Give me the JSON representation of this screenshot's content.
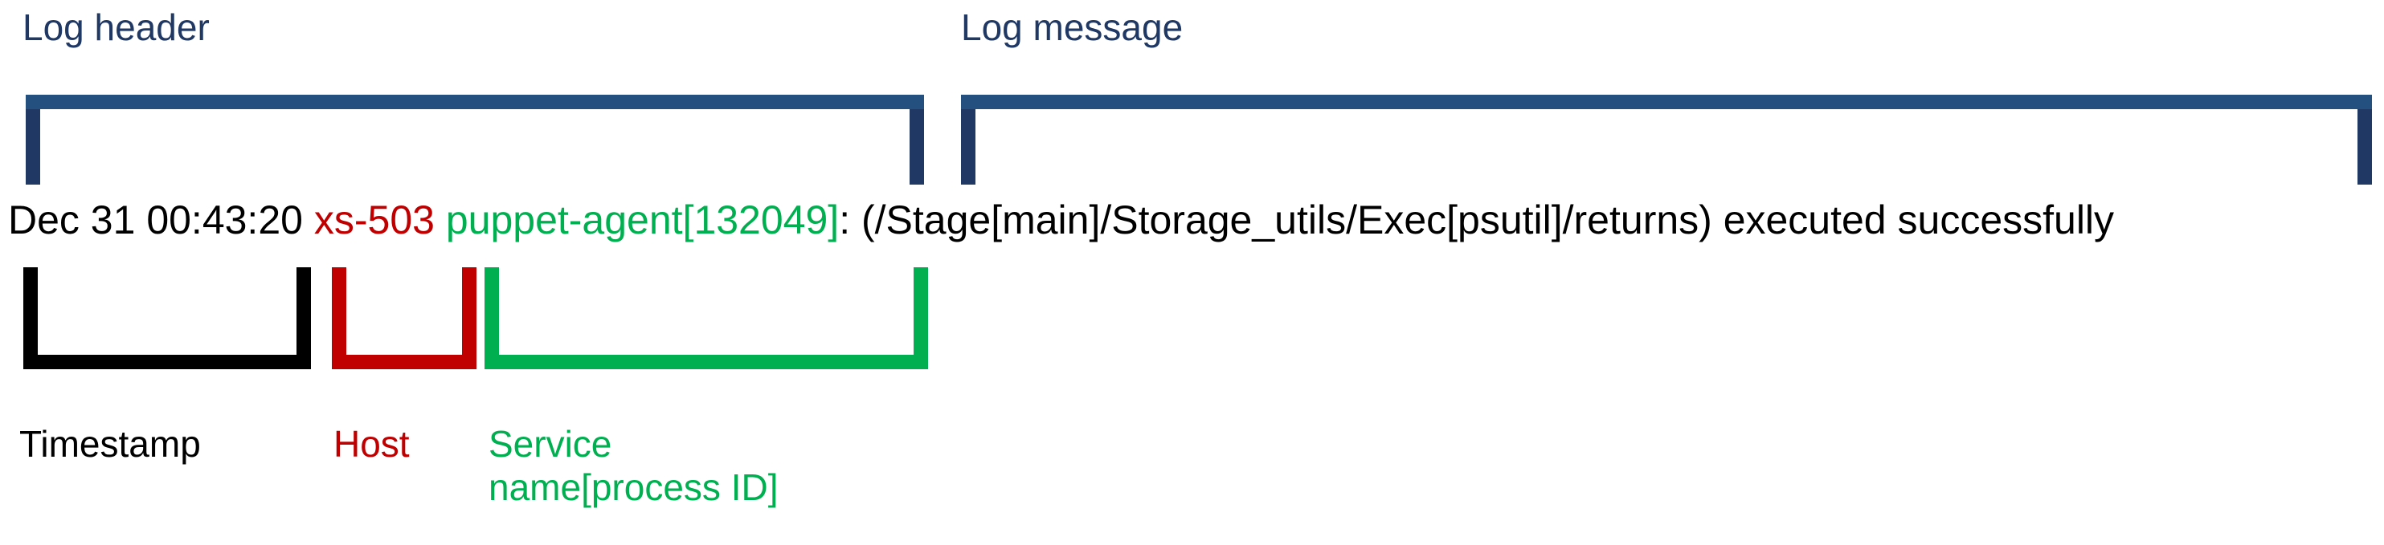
{
  "diagram": {
    "title_not_shown": "",
    "top_labels": [
      {
        "id": "log-header",
        "text": "Log header",
        "color": "#1F3864"
      },
      {
        "id": "log-message",
        "text": "Log message",
        "color": "#1F3864"
      }
    ],
    "log_line": {
      "timestamp": "Dec 31 00:43:20",
      "space1": " ",
      "host": "xs-503",
      "space2": " ",
      "service": "puppet-agent[132049]",
      "separator": ": ",
      "message": "(/Stage[main]/Storage_utils/Exec[psutil]/returns) executed successfully",
      "full_text": "Dec 31 00:43:20 xs-503 puppet-agent[132049]: (/Stage[main]/Storage_utils/Exec[psutil]/returns) executed successfully"
    },
    "bottom_labels": [
      {
        "id": "timestamp",
        "text": "Timestamp",
        "color": "#000000"
      },
      {
        "id": "host",
        "text": "Host",
        "color": "#C00000"
      },
      {
        "id": "service",
        "line1": "Service",
        "line2": "name[process ID]",
        "color": "#00B050"
      }
    ],
    "colors": {
      "bracket_bar_blue": "#23507F",
      "bracket_leg_navy": "#1F3864",
      "black": "#000000",
      "red": "#C00000",
      "green": "#00B050",
      "background": "#FFFFFF"
    }
  }
}
